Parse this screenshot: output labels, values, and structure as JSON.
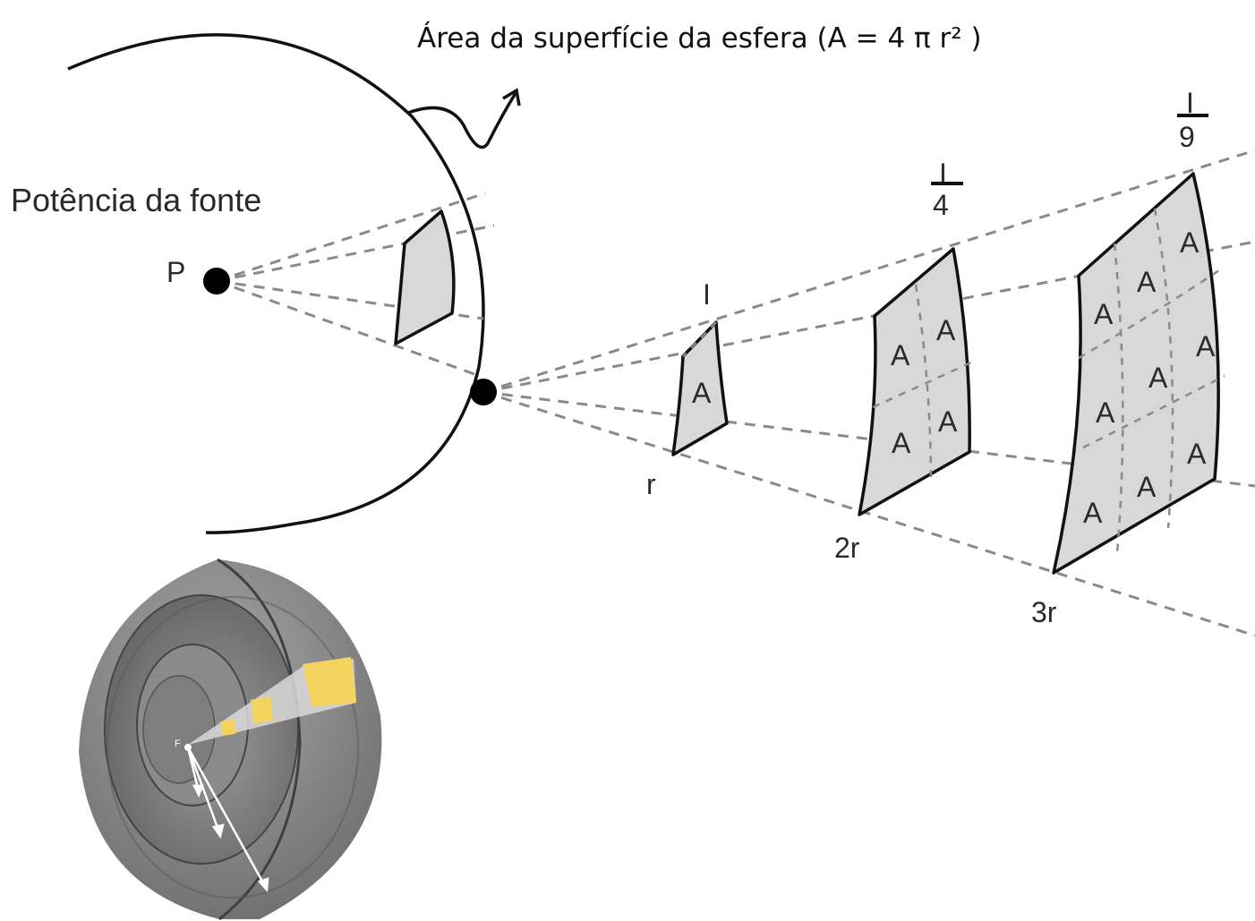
{
  "title": "Área da superfície da esfera (A = 4 π r² )",
  "source_label": "Potência da fonte",
  "point_label": "P",
  "patches": [
    {
      "distance_label": "r",
      "intensity_num": "I",
      "intensity_den": "",
      "area_label": "A",
      "area_count": 1
    },
    {
      "distance_label": "2r",
      "intensity_num": "I",
      "intensity_den": "4",
      "area_label": "A",
      "area_count": 4
    },
    {
      "distance_label": "3r",
      "intensity_num": "I",
      "intensity_den": "9",
      "area_label": "A",
      "area_count": 9
    }
  ],
  "sphere_center_label": "F",
  "colors": {
    "patch_fill": "#d8d8d8",
    "dash": "#8a8a8a",
    "sphere_outer": "#8f8f8f",
    "sphere_highlight": "#f4d35e"
  }
}
